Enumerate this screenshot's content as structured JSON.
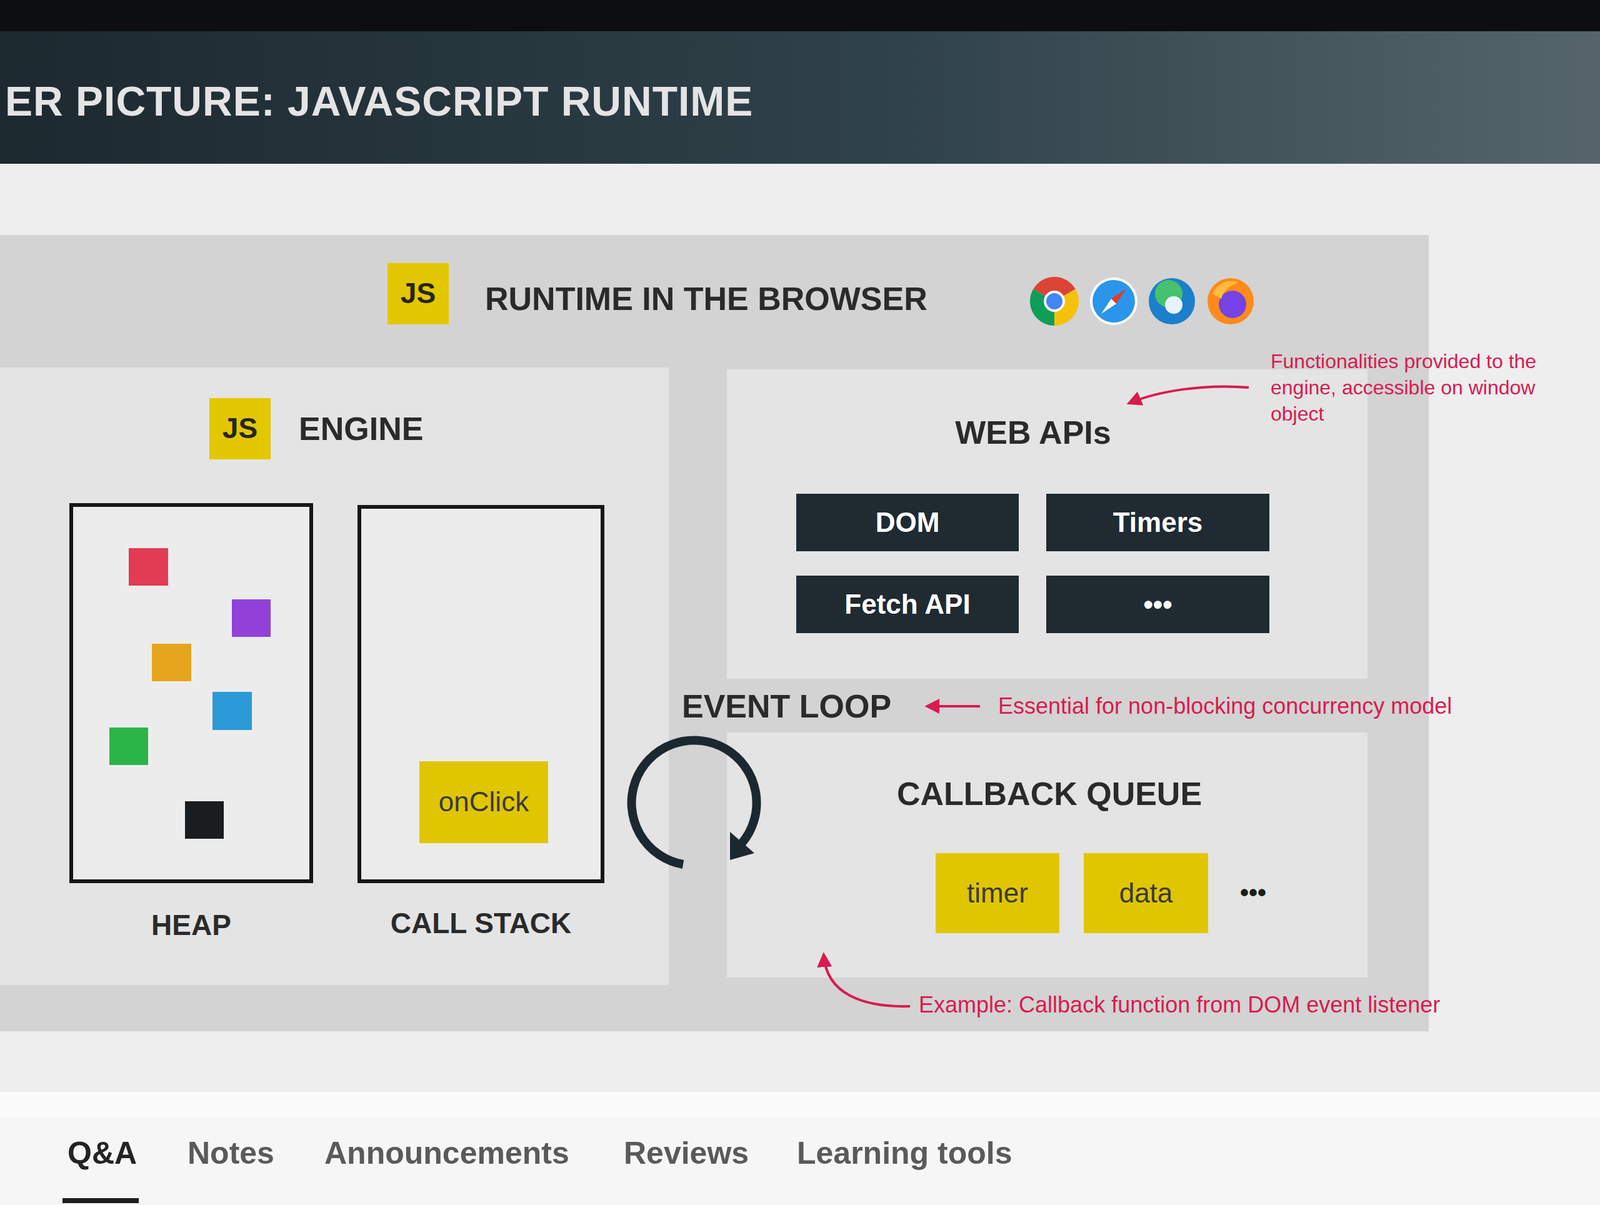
{
  "diagram": {
    "title": "ER PICTURE: JAVASCRIPT RUNTIME",
    "nodes": [
      {
        "text": [
          "RUNTIME IN THE BROWSER"
        ]
      },
      {
        "text": [
          "JS"
        ],
        "in": 0
      },
      {
        "text": [
          "ENGINE"
        ],
        "in": 0
      },
      {
        "text": [
          "JS"
        ],
        "in": 2
      },
      {
        "text": [
          "HEAP"
        ],
        "in": 2
      },
      {
        "text": [
          "CALL STACK"
        ],
        "in": 2
      },
      {
        "text": [
          "onClick"
        ],
        "in": 5
      },
      {
        "text": [
          "WEB APIs"
        ],
        "in": 0
      },
      {
        "text": [
          "DOM"
        ],
        "in": 7
      },
      {
        "text": [
          "Timers"
        ],
        "in": 7
      },
      {
        "text": [
          "Fetch API"
        ],
        "in": 7
      },
      {
        "text": [
          "•••"
        ],
        "in": 7
      },
      {
        "text": [
          "CALLBACK QUEUE"
        ],
        "in": 0
      },
      {
        "text": [
          "timer"
        ],
        "in": 12
      },
      {
        "text": [
          "data"
        ],
        "in": 12
      }
    ],
    "labels": [
      "Functionalities provided to the engine, accessible on window object",
      "EVENT LOOP",
      "Essential for non-blocking concurrency model",
      "•••",
      "Example: Callback function from DOM event listener",
      "Q&A",
      "Notes",
      "Announcements",
      "Reviews",
      "Learning tools"
    ]
  }
}
